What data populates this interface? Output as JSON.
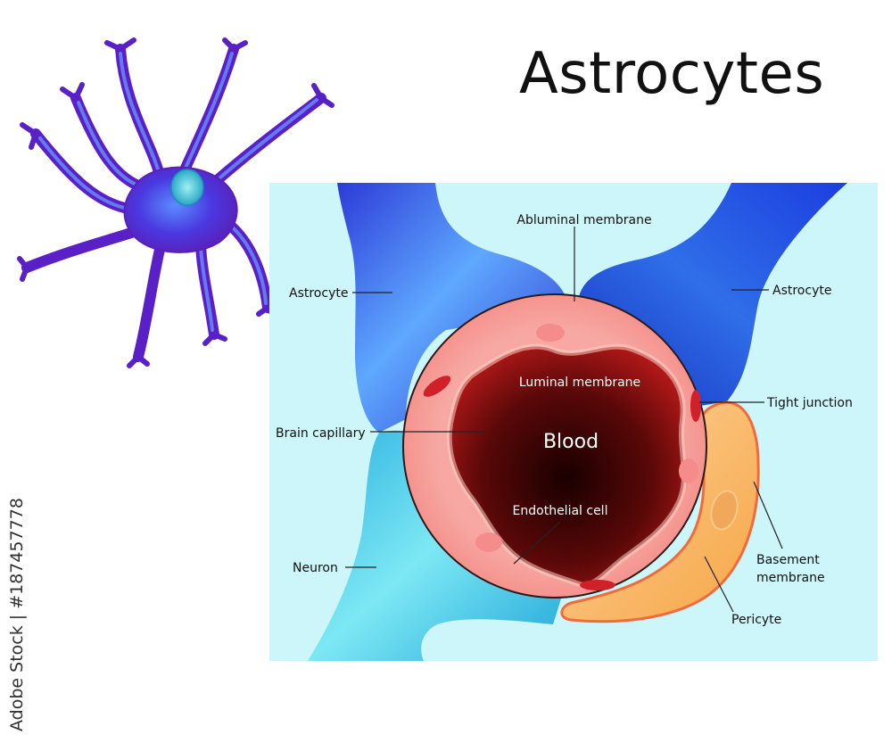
{
  "title": "Astrocytes",
  "watermark": "Adobe Stock | #187457778",
  "labels": {
    "abluminal_membrane": "Abluminal membrane",
    "astrocyte_left": "Astrocyte",
    "astrocyte_right": "Astrocyte",
    "luminal_membrane": "Luminal membrane",
    "tight_junction": "Tight junction",
    "brain_capillary": "Brain capillary",
    "blood": "Blood",
    "endothelial_cell": "Endothelial cell",
    "neuron": "Neuron",
    "basement_membrane_line1": "Basement",
    "basement_membrane_line2": "membrane",
    "pericyte": "Pericyte"
  },
  "colors": {
    "panel_background": "#cdf6fb",
    "astrocyte_blue": "#3b3fd0",
    "neuron_cyan": "#38c9e6",
    "capillary_pink": "#f7a6a1",
    "blood_dark": "#3a0505",
    "pericyte_orange": "#f9b85c",
    "tight_junction_red": "#d0202a"
  }
}
